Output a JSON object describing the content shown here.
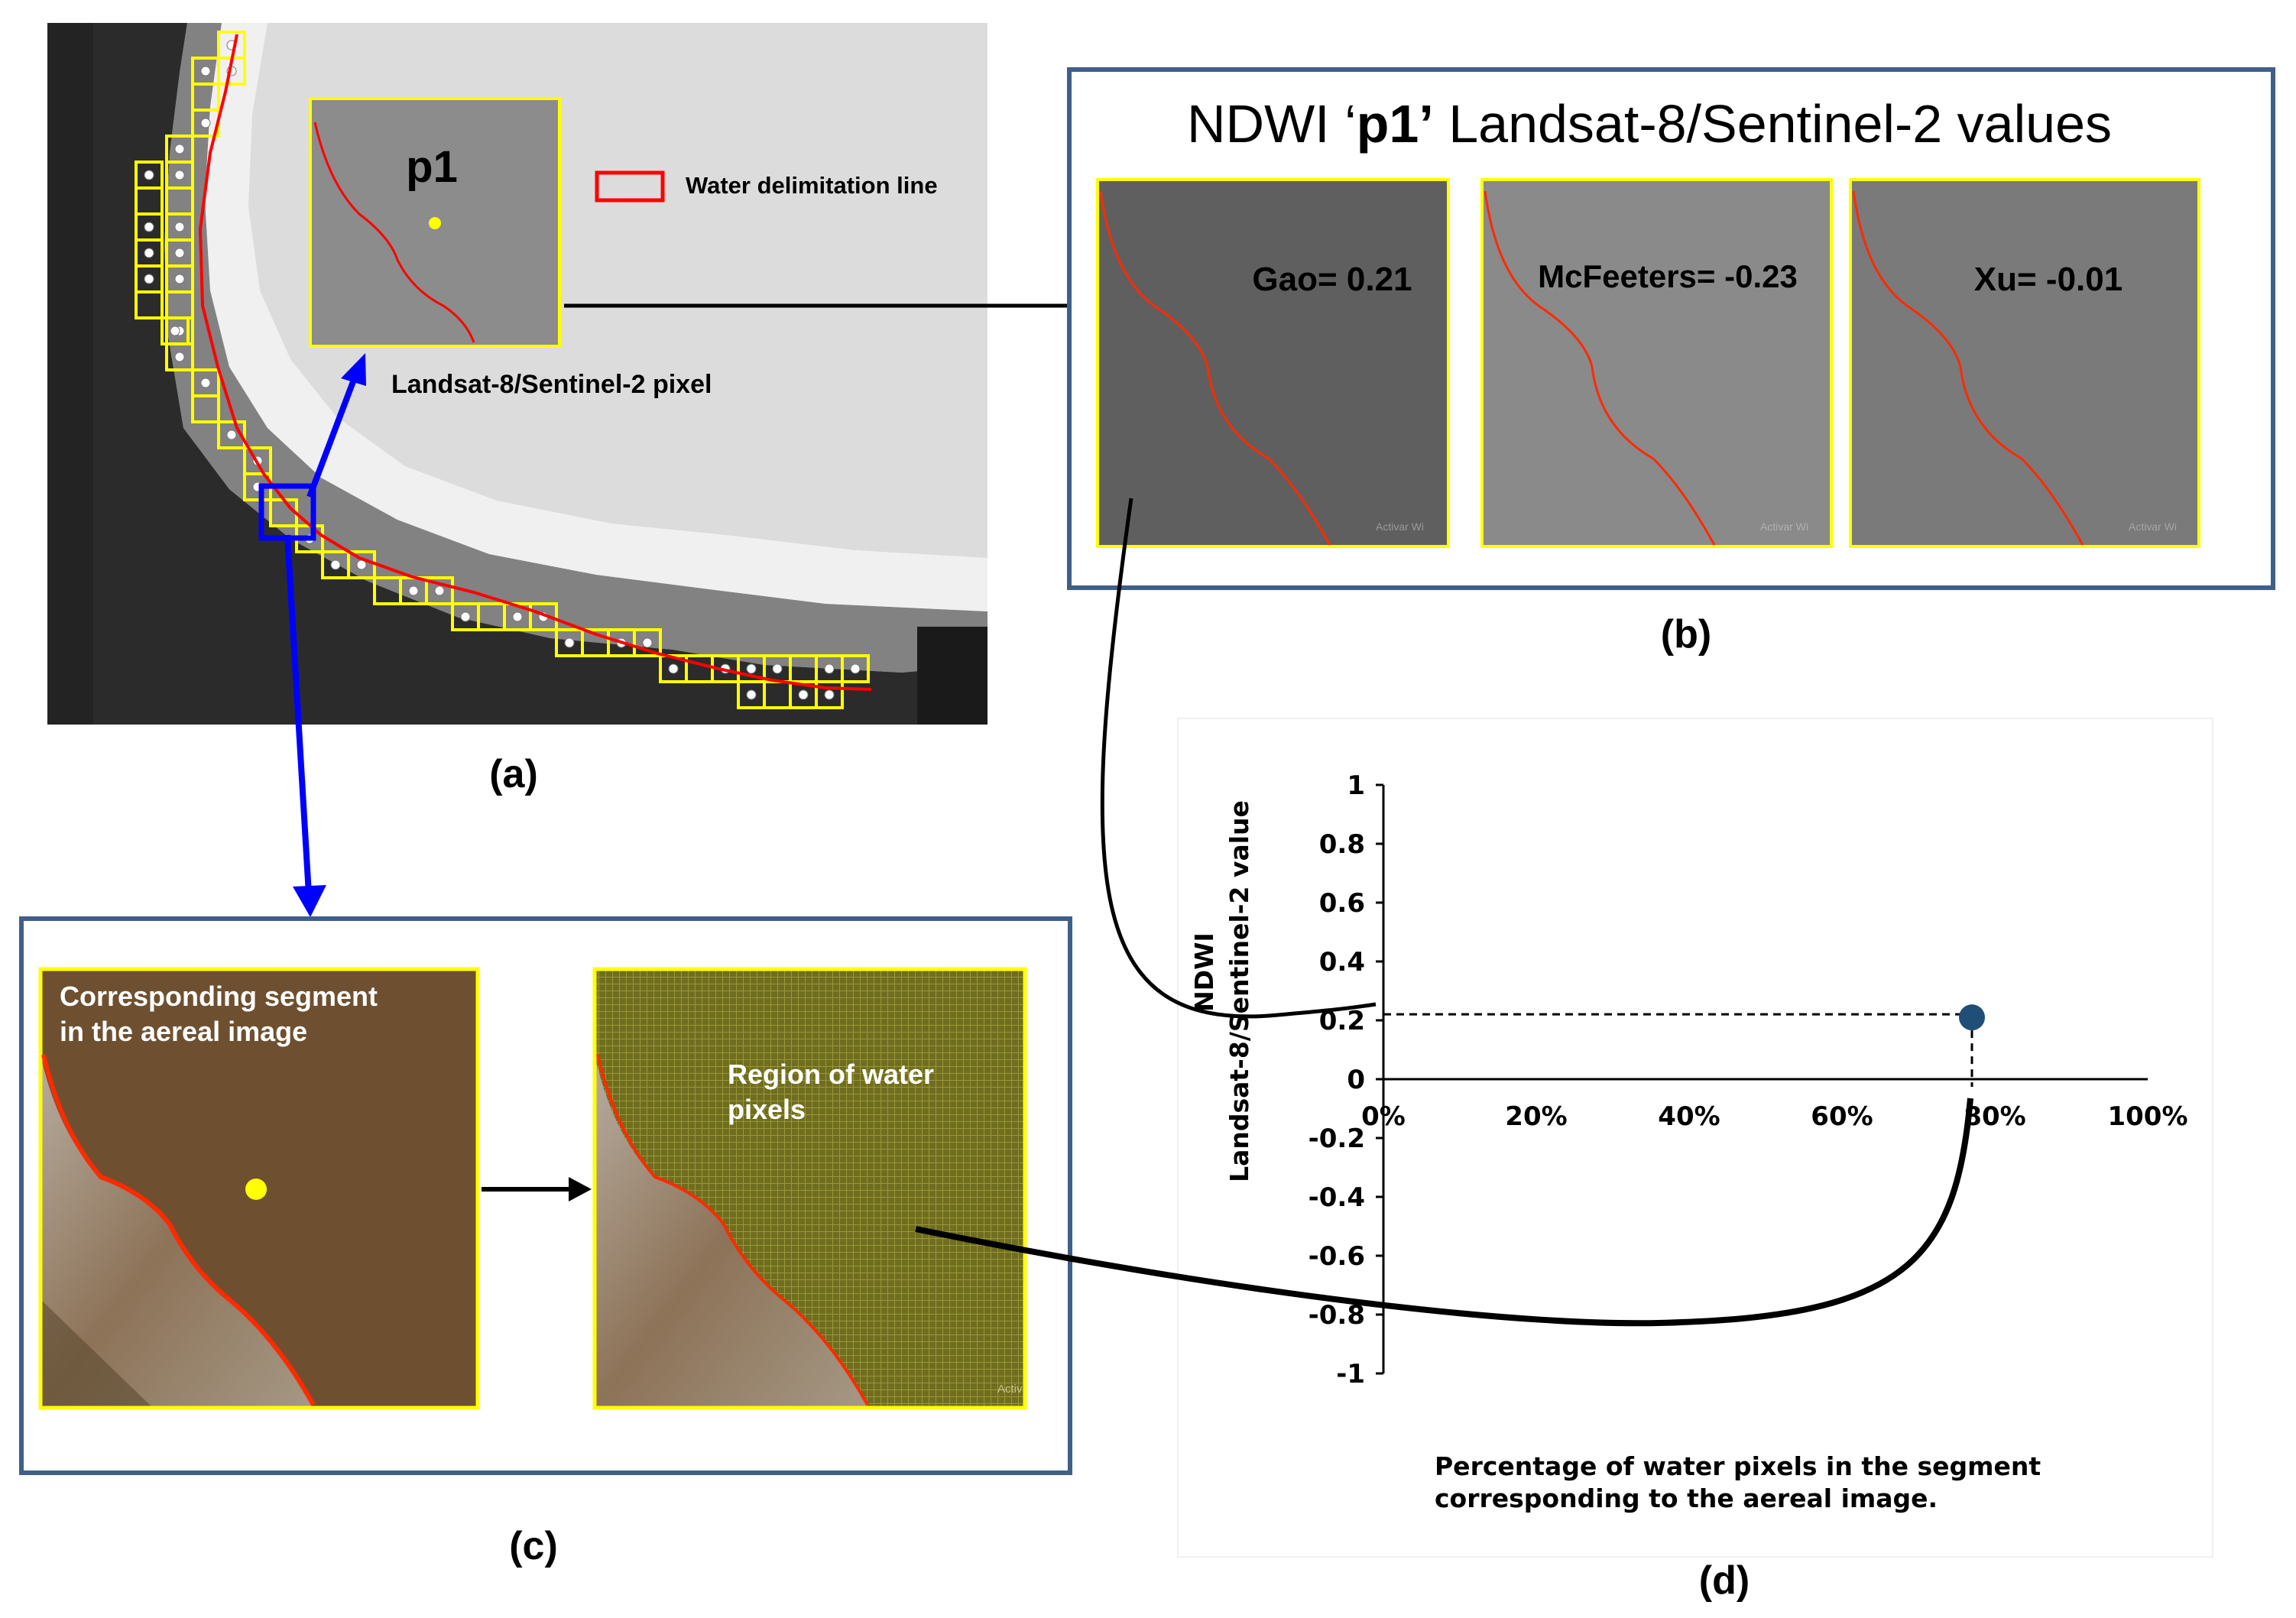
{
  "panel_a": {
    "inset_title": "p1",
    "legend_label": "Water delimitation line",
    "pixel_caption": "Landsat-8/Sentinel-2 pixel",
    "caption": "(a)"
  },
  "panel_b": {
    "title_prefix": "NDWI ‘",
    "title_bold": "p1’",
    "title_suffix": " Landsat-8/Sentinel-2 values",
    "values": [
      "Gao= 0.21",
      "McFeeters= -0.23",
      "Xu= -0.01"
    ],
    "watermark": "Activar Wi",
    "caption": "(b)"
  },
  "panel_c": {
    "segment_label_1": "Corresponding segment",
    "segment_label_2": "in the  aereal image",
    "region_label_1": "Region of water",
    "region_label_2": "pixels",
    "watermark": "Activ",
    "caption": "(c)"
  },
  "panel_d": {
    "caption": "(d)"
  },
  "chart_data": {
    "type": "scatter",
    "ylabel_line1": "NDWI",
    "ylabel_line2": "Landsat-8/Sentinel-2 value",
    "xlabel_line1": "Percentage of water pixels in the segment",
    "xlabel_line2": "corresponding to the aereal image.",
    "x_ticks": [
      "0%",
      "20%",
      "40%",
      "60%",
      "80%",
      "100%"
    ],
    "y_ticks": [
      "1",
      "0.8",
      "0.6",
      "0.4",
      "0.2",
      "0",
      "-0.2",
      "-0.4",
      "-0.6",
      "-0.8",
      "-1"
    ],
    "xlim": [
      0,
      1
    ],
    "ylim": [
      -1,
      1
    ],
    "points": [
      {
        "x": 0.77,
        "y": 0.21
      }
    ],
    "point_color": "#1f4e79",
    "grid": false
  },
  "colors": {
    "yellow": "#ffff00",
    "blue": "#0000ff",
    "red": "#ff0000",
    "frame": "#3f5f8a"
  }
}
